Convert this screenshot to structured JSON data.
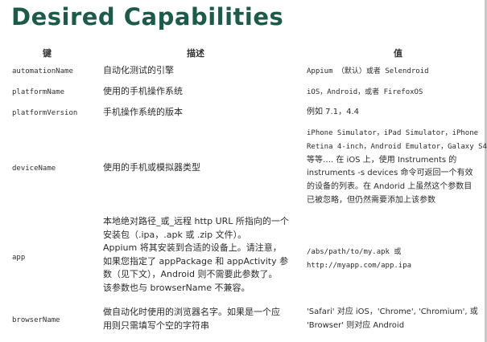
{
  "title": "Desired Capabilities",
  "headers": {
    "key": "键",
    "desc": "描述",
    "value": "值"
  },
  "rows": [
    {
      "key": "automationName",
      "desc": [
        "自动化测试的引擎"
      ],
      "value": [
        "Appium （默认）或者 Selendroid"
      ]
    },
    {
      "key": "platformName",
      "desc": [
        "使用的手机操作系统"
      ],
      "value": [
        "iOS，Android，或者 FirefoxOS"
      ]
    },
    {
      "key": "platformVersion",
      "desc": [
        "手机操作系统的版本"
      ],
      "value": [
        "例如 7.1，4.4"
      ]
    },
    {
      "key": "deviceName",
      "desc": [
        "使用的手机或模拟器类型"
      ],
      "value": [
        "iPhone Simulator，iPad Simulator，iPhone",
        "Retina 4-inch，Android Emulator，Galaxy S4",
        "等等…. 在 iOS 上，使用 Instruments 的",
        "instruments -s devices 命令可返回一个有效",
        "的设备的列表。在 Andorid 上虽然这个参数目",
        "已被忽略，但仍然需要添加上该参数"
      ]
    },
    {
      "key": "app",
      "desc": [
        "本地绝对路径_或_远程 http URL 所指向的一个",
        "安装包（.ipa，.apk 或 .zip 文件）。",
        "Appium 将其安装到合适的设备上。请注意，",
        "如果您指定了 appPackage 和 appActivity 参",
        "数（见下文），Android 则不需要此参数了。",
        "该参数也与 browserName 不兼容。"
      ],
      "value": [
        "/abs/path/to/my.apk 或",
        "http://myapp.com/app.ipa"
      ]
    },
    {
      "key": "browserName",
      "desc": [
        "做自动化时使用的浏览器名字。如果是一个应",
        "用则只需填写个空的字符串"
      ],
      "value": [
        "'Safari' 对应 iOS，'Chrome', 'Chromium', 或",
        "'Browser' 则对应 Android"
      ]
    }
  ]
}
